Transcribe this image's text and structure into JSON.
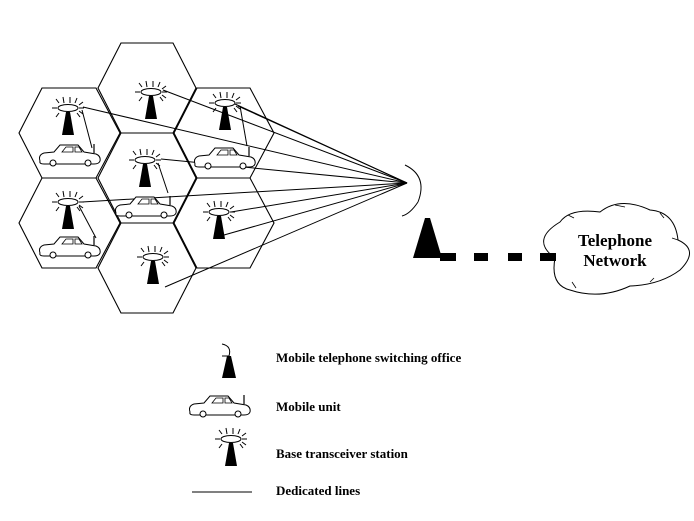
{
  "diagram": {
    "title": "Cellular network architecture",
    "cloud": {
      "line1": "Telephone",
      "line2": "Network"
    },
    "legend": [
      {
        "icon": "switching-office-icon",
        "label": "Mobile telephone switching office"
      },
      {
        "icon": "car-icon",
        "label": "Mobile unit"
      },
      {
        "icon": "base-station-icon",
        "label": "Base transceiver station"
      },
      {
        "icon": "line-icon",
        "label": "Dedicated lines"
      }
    ],
    "colors": {
      "ink": "#000000",
      "background": "#ffffff"
    }
  }
}
